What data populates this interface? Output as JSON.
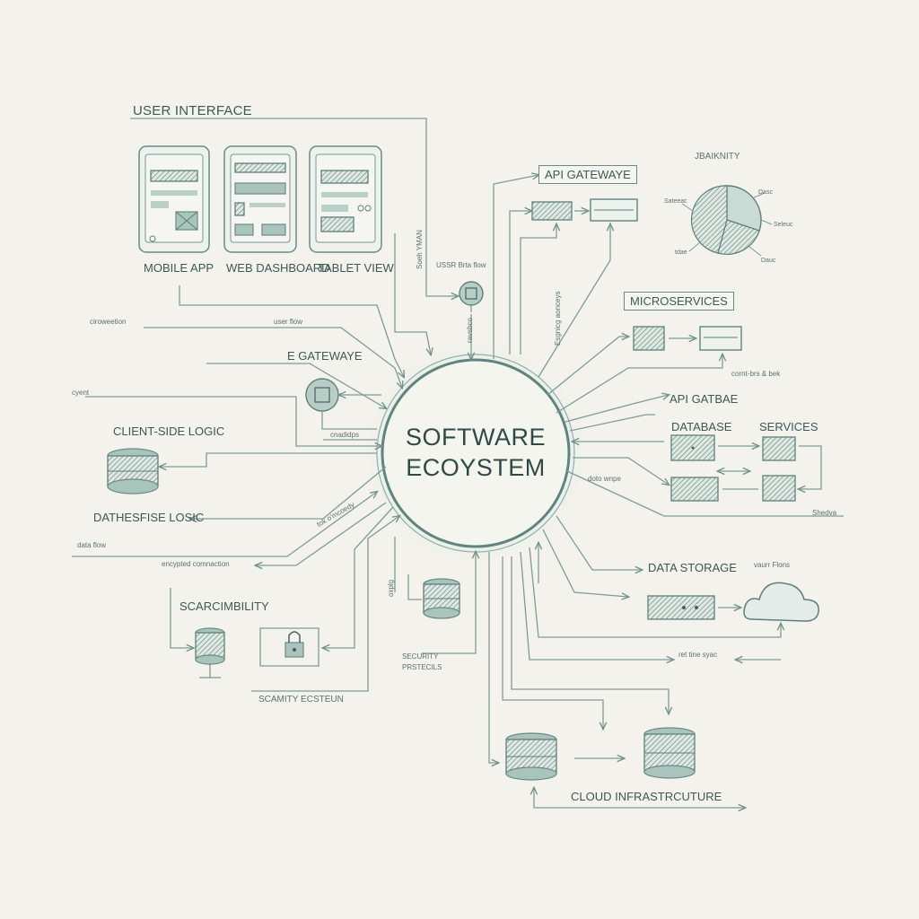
{
  "center": {
    "line1": "SOFTWARE",
    "line2": "ECOYSTEM"
  },
  "labels": {
    "user_interface": "USER INTERFACE",
    "mobile_app": "MOBILE APP",
    "web_dashboard": "WEB DASHBOARD",
    "tablet_view": "TABLET VIEW",
    "vertical_user_flow": "Soeh YMAN",
    "user_beta_flow": "USSR Brta flow",
    "connection": "ciroweetion",
    "user_flow": "user flow",
    "gateway_left": "E GATEWAYE",
    "event": "cyent",
    "small_loop": "cnadidps",
    "client_side_logic": "CLIENT-SIDE LOGIC",
    "dathesfie_logic": "DATHESFISE LOSIC",
    "data_flow": "data flow",
    "encrypted_connection": "encypted comnaction",
    "diagonal_note": "tok o'mcoedy",
    "scarcimbility": "SCARCIMBILITY",
    "security_ecosystem": "SCAMITY ECSTEUN",
    "security_protocols_1": "SECURITY",
    "security_protocols_2": "PRSTECILS",
    "vertical_oxply": "oxplg",
    "api_gateway": "API GATEWAYE",
    "vertical_api_note": "Esgnicg aonceys",
    "microservices": "MICROSERVICES",
    "api_gatbae": "API GATBAE",
    "com_bts": "cornt-brs & bek",
    "database": "DATABASE",
    "services": "SERVICES",
    "data_sync": "doto wnpe",
    "shedva": "Shedva",
    "data_storage": "DATA STORAGE",
    "vaur_flow": "vaurr Flons",
    "realtime_sync": "ret tine syac",
    "cloud_infrastructure": "CLOUD INFRASTRCUTURE",
    "vertical_ravs": "ravsbco"
  },
  "pie": {
    "title": "JBAIKNITY",
    "slice_labels": [
      "Dasc",
      "Sateeac",
      "Seleuc",
      "tdae",
      "Dauc"
    ],
    "slices": [
      0.3,
      0.25,
      0.45
    ]
  },
  "icons": {
    "lock": "lock-icon",
    "cloud": "cloud-icon",
    "database": "database-icon",
    "gear": "gear-icon"
  },
  "colors": {
    "ink": "#3f5853",
    "line": "#7f9c96",
    "accent_fill": "#a9c4bc",
    "paper": "#f3f2ec"
  }
}
